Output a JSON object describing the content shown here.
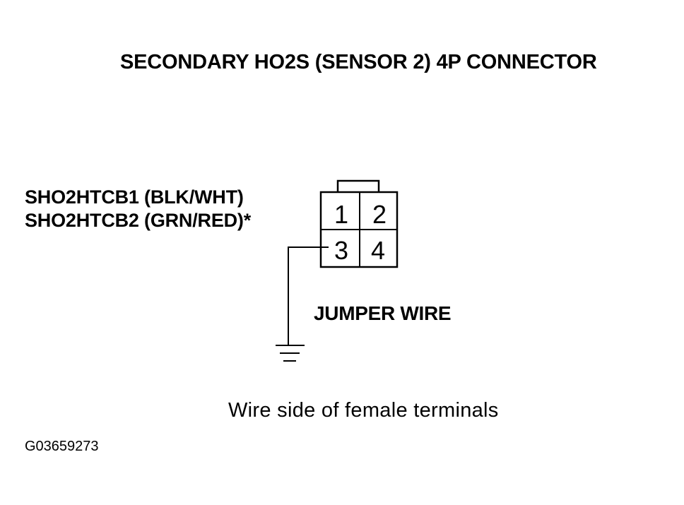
{
  "title": "SECONDARY HO2S (SENSOR 2) 4P CONNECTOR",
  "wire_labels": {
    "line1": "SHO2HTCB1 (BLK/WHT)",
    "line2": "SHO2HTCB2 (GRN/RED)*"
  },
  "connector": {
    "pins": [
      "1",
      "2",
      "3",
      "4"
    ]
  },
  "jumper_label": "JUMPER WIRE",
  "caption": "Wire side of female terminals",
  "figure_id": "G03659273",
  "colors": {
    "ink": "#000000",
    "background": "#ffffff"
  }
}
